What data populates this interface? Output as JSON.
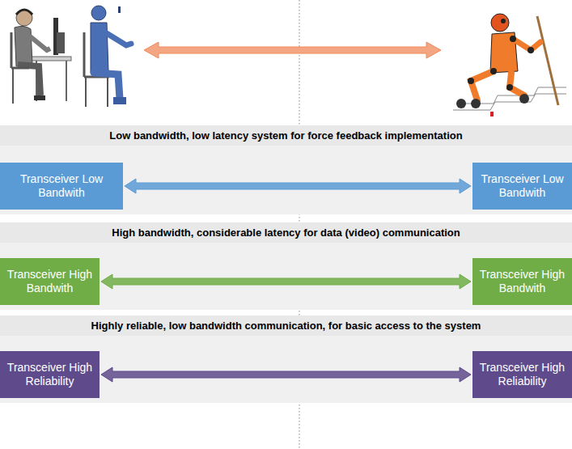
{
  "diagram": {
    "nodes": [
      {
        "text": [
          "Low bandwidth, low latency system for force feedback implementation"
        ]
      },
      {
        "text": [
          "Transceiver Low Bandwith"
        ],
        "in": 0
      },
      {
        "text": [
          "Transceiver Low Bandwith"
        ],
        "in": 0
      },
      {
        "text": [
          "High bandwidth, considerable latency for data (video) communication"
        ]
      },
      {
        "text": [
          "Transceiver High Bandwith"
        ],
        "in": 3
      },
      {
        "text": [
          "Transceiver High Bandwith"
        ],
        "in": 3
      },
      {
        "text": [
          "Highly reliable, low bandwidth communication, for basic access to the system"
        ]
      },
      {
        "text": [
          "Transceiver High Reliability"
        ],
        "in": 6
      },
      {
        "text": [
          "Transceiver High Reliability"
        ],
        "in": 6
      }
    ],
    "edges": [
      {
        "from": 1,
        "to": 2,
        "arrow": "both"
      },
      {
        "from": 4,
        "to": 5,
        "arrow": "both"
      },
      {
        "from": 7,
        "to": 8,
        "arrow": "both"
      }
    ]
  }
}
